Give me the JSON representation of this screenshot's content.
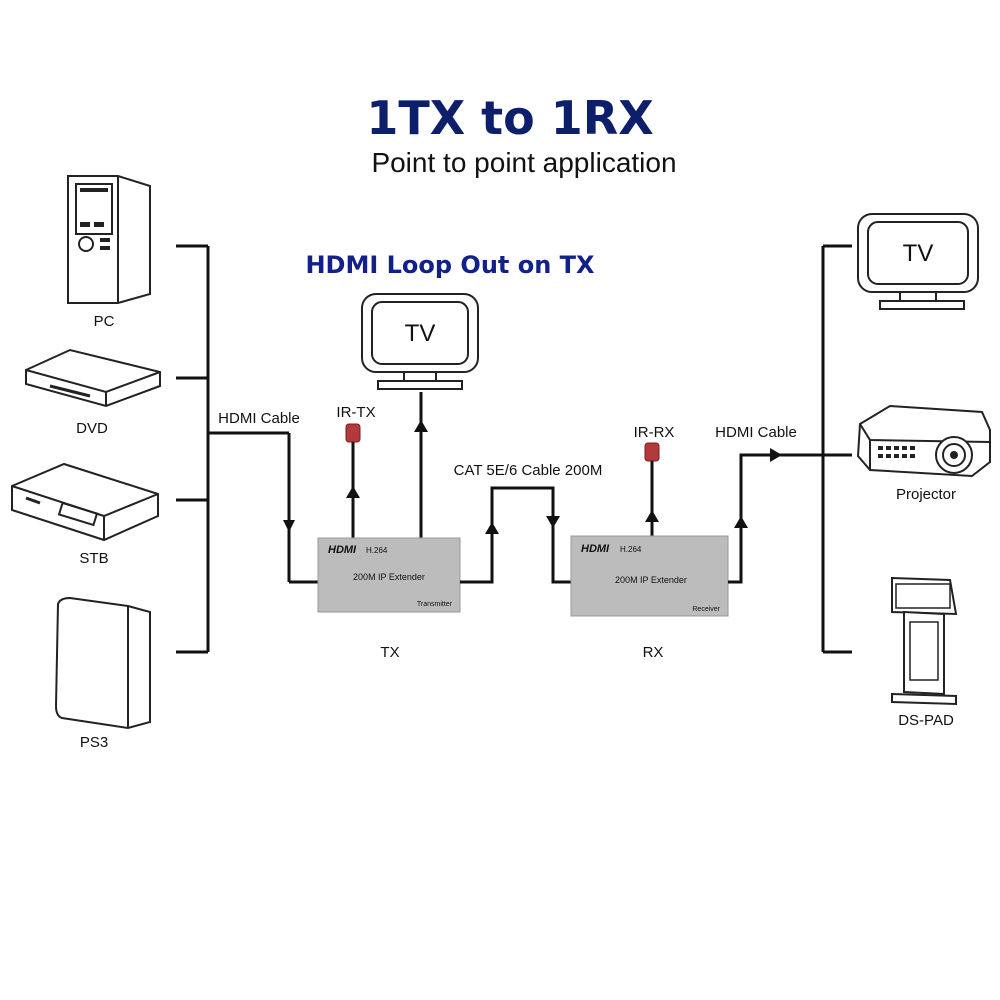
{
  "title": "1TX to 1RX",
  "subtitle": "Point to point application",
  "loop_label": "HDMI Loop Out on TX",
  "sources": [
    "PC",
    "DVD",
    "STB",
    "PS3"
  ],
  "displays": [
    "TV",
    "Projector",
    "DS-PAD"
  ],
  "loop_tv_text": "TV",
  "right_tv_text": "TV",
  "cable_in": "HDMI Cable",
  "cable_out": "HDMI Cable",
  "cat_cable": "CAT 5E/6 Cable 200M",
  "ir_tx": "IR-TX",
  "ir_rx": "IR-RX",
  "tx": {
    "logo": "HDMI",
    "codec": "H.264",
    "model": "200M IP Extender",
    "role": "Transmitter",
    "label": "TX"
  },
  "rx": {
    "logo": "HDMI",
    "codec": "H.264",
    "model": "200M IP Extender",
    "role": "Receiver",
    "label": "RX"
  },
  "colors": {
    "title": "#0d1f6b",
    "highlight": "#12208a",
    "ir_sensor": "#b33a3a",
    "device_box": "#bcbcbc"
  }
}
